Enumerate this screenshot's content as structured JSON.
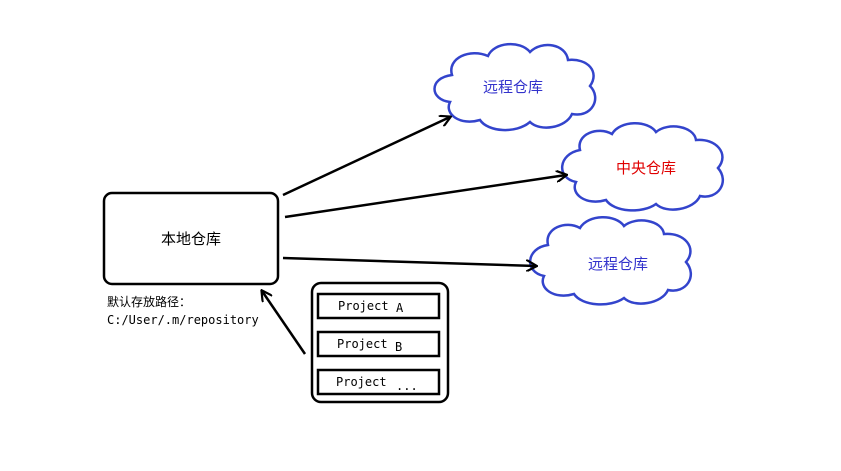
{
  "local_repo": {
    "label": "本地仓库",
    "path_caption": "默认存放路径：",
    "path_value": "C:/User/.m/repository"
  },
  "remote_repos": [
    {
      "label": "远程仓库",
      "color": "#3333cc"
    },
    {
      "label": "中央仓库",
      "color": "#e00000"
    },
    {
      "label": "远程仓库",
      "color": "#3333cc"
    }
  ],
  "projects": [
    {
      "name": "Project",
      "suffix": "A"
    },
    {
      "name": "Project",
      "suffix": "B"
    },
    {
      "name": "Project",
      "suffix": "..."
    }
  ],
  "colors": {
    "cloud_stroke": "#3344cc",
    "box_stroke": "#000000"
  }
}
